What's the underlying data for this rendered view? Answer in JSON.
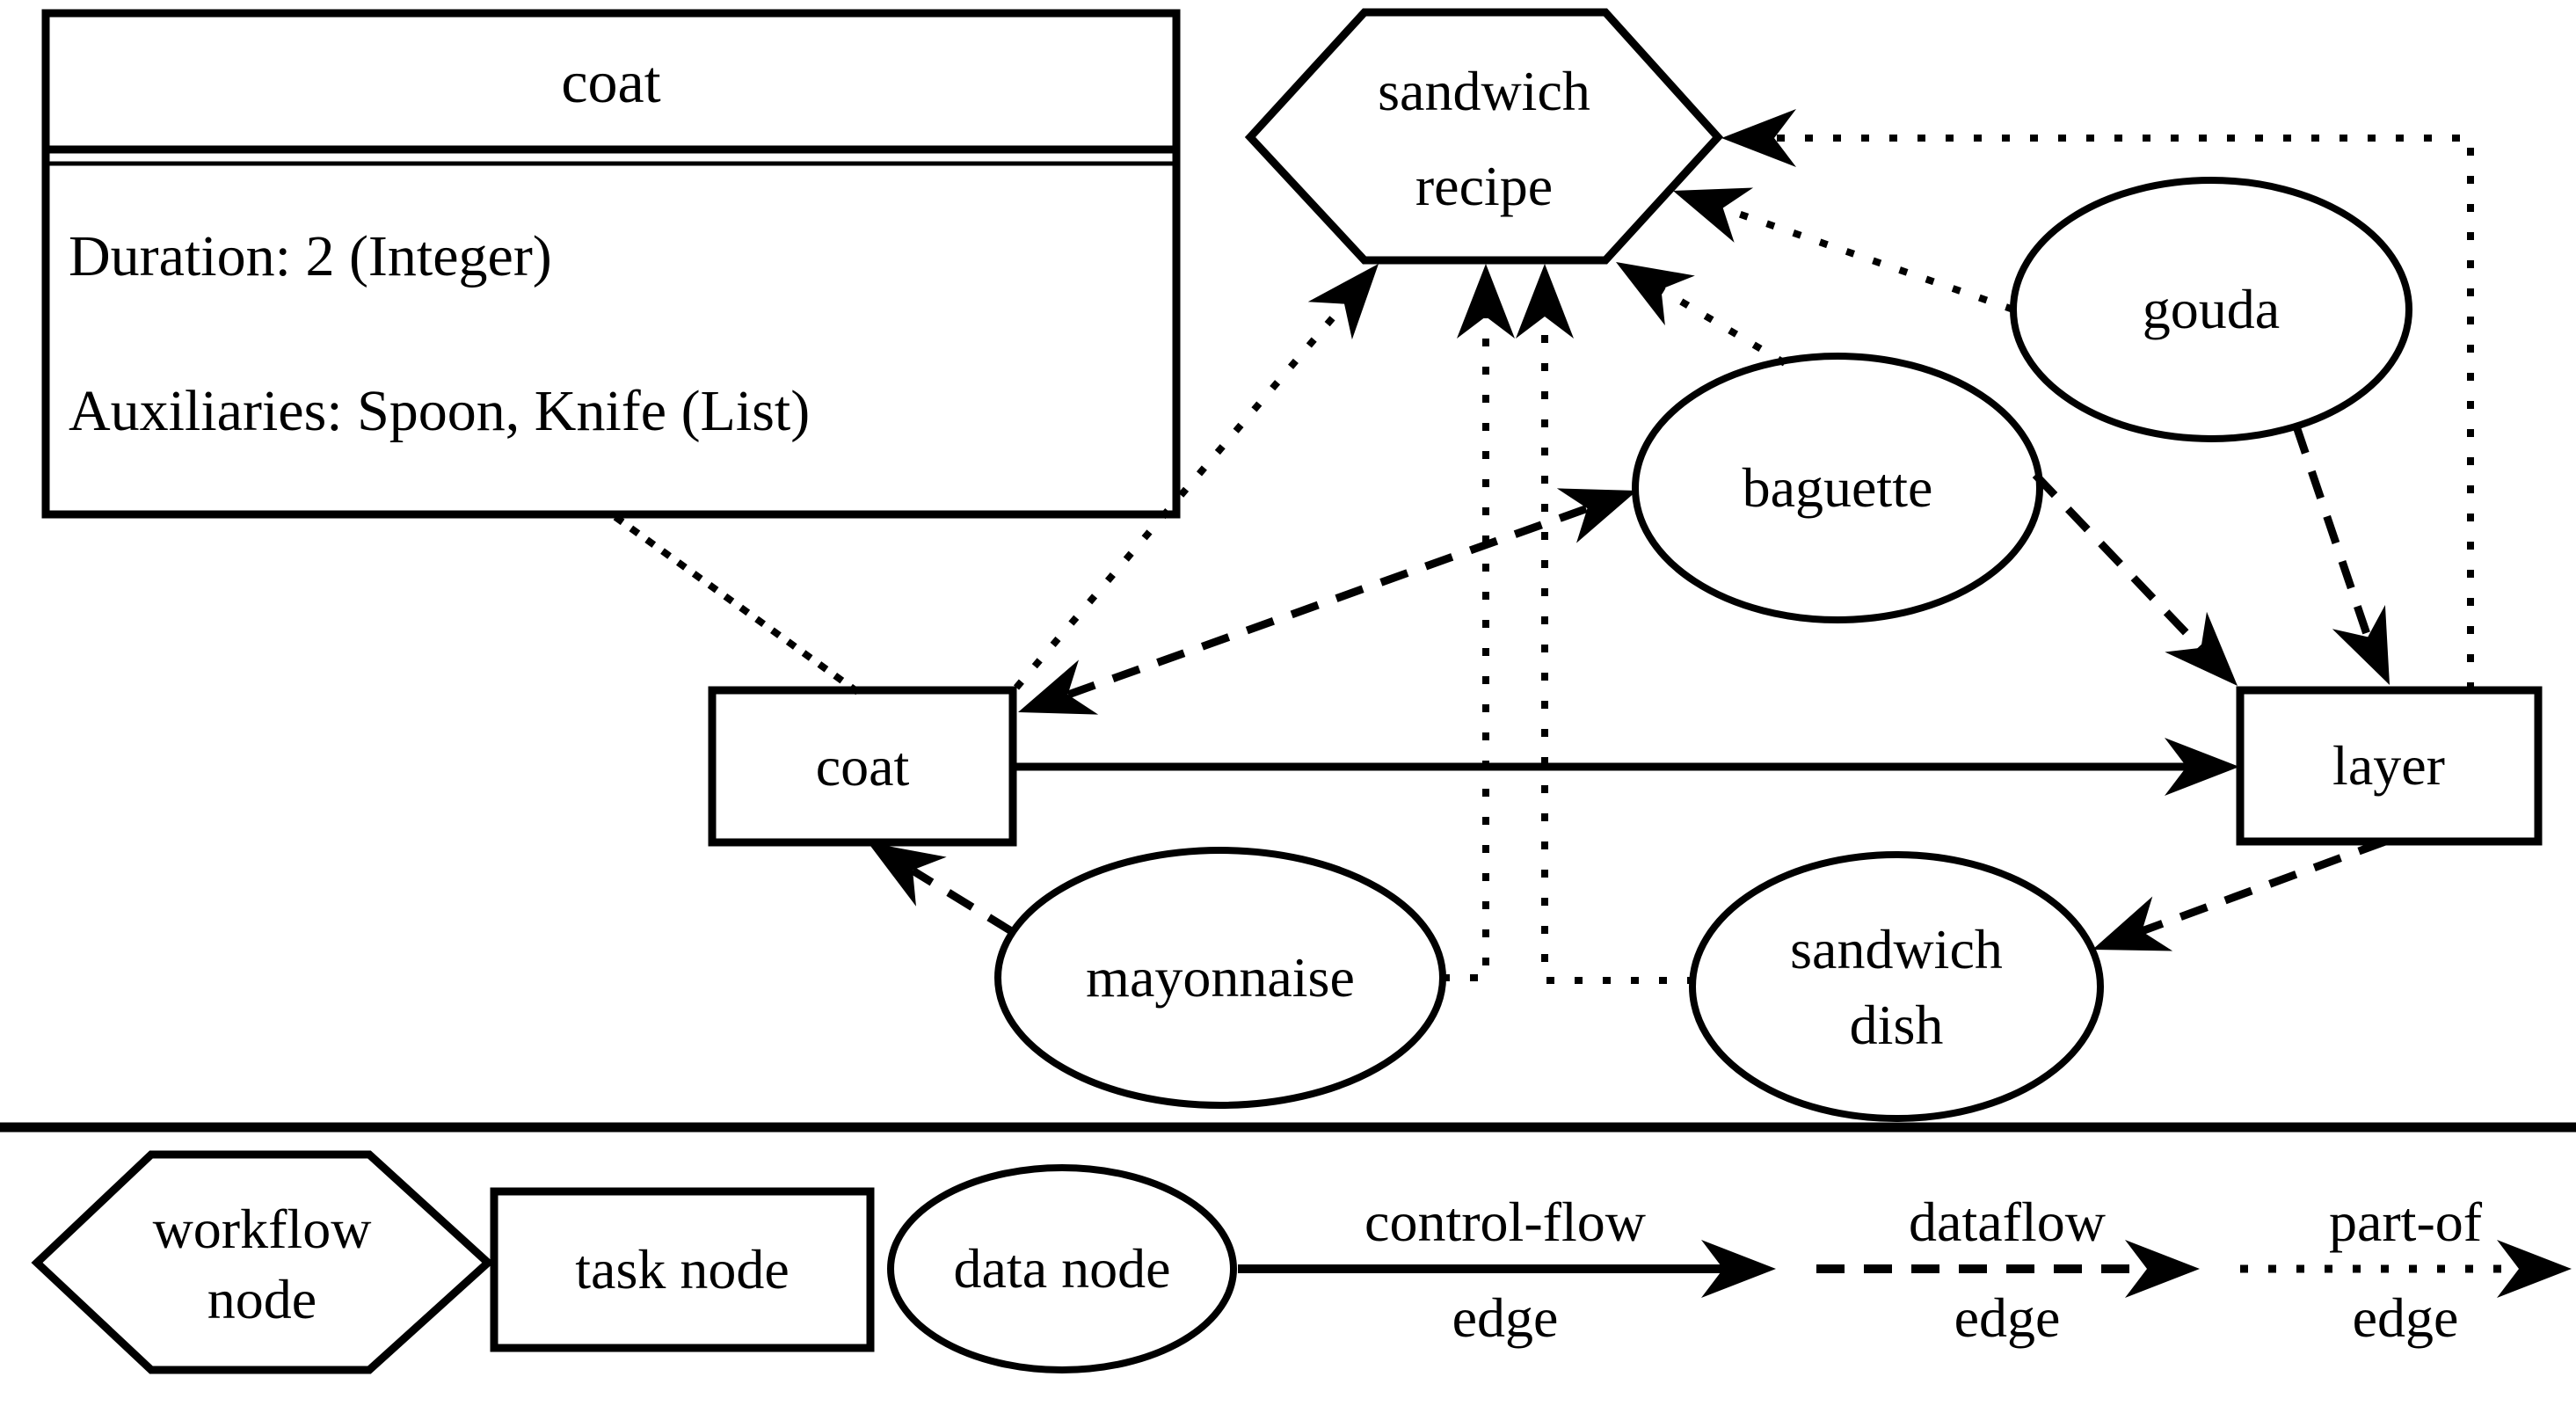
{
  "diagram": {
    "attribute_table": {
      "title": "coat",
      "rows": [
        "Duration: 2 (Integer)",
        "Auxiliaries: Spoon, Knife (List)"
      ]
    },
    "nodes": {
      "sandwich_recipe": {
        "line1": "sandwich",
        "line2": "recipe",
        "type": "workflow node"
      },
      "gouda": {
        "label": "gouda",
        "type": "data node"
      },
      "baguette": {
        "label": "baguette",
        "type": "data node"
      },
      "coat": {
        "label": "coat",
        "type": "task node"
      },
      "layer": {
        "label": "layer",
        "type": "task node"
      },
      "mayonnaise": {
        "label": "mayonnaise",
        "type": "data node"
      },
      "sandwich_dish": {
        "line1": "sandwich",
        "line2": "dish",
        "type": "data node"
      }
    },
    "edges": [
      {
        "from": "attribute-table",
        "to": "coat",
        "type": "note-attachment"
      },
      {
        "from": "coat",
        "to": "sandwich recipe",
        "type": "part-of"
      },
      {
        "from": "mayonnaise",
        "to": "sandwich recipe",
        "type": "part-of"
      },
      {
        "from": "sandwich dish",
        "to": "sandwich recipe",
        "type": "part-of"
      },
      {
        "from": "baguette",
        "to": "sandwich recipe",
        "type": "part-of"
      },
      {
        "from": "gouda",
        "to": "sandwich recipe",
        "type": "part-of"
      },
      {
        "from": "layer",
        "to": "sandwich recipe",
        "type": "part-of"
      },
      {
        "from": "coat",
        "to": "layer",
        "type": "control-flow"
      },
      {
        "from": "coat",
        "to": "baguette",
        "type": "dataflow",
        "bidirectional": true
      },
      {
        "from": "mayonnaise",
        "to": "coat",
        "type": "dataflow"
      },
      {
        "from": "baguette",
        "to": "layer",
        "type": "dataflow"
      },
      {
        "from": "gouda",
        "to": "layer",
        "type": "dataflow"
      },
      {
        "from": "layer",
        "to": "sandwich dish",
        "type": "dataflow"
      }
    ]
  },
  "legend": {
    "node_types": [
      {
        "shape": "hexagon",
        "line1": "workflow",
        "line2": "node"
      },
      {
        "shape": "rectangle",
        "label": "task node"
      },
      {
        "shape": "ellipse",
        "label": "data node"
      }
    ],
    "edge_types": [
      {
        "style": "solid",
        "line1": "control-flow",
        "line2": "edge"
      },
      {
        "style": "dashed",
        "line1": "dataflow",
        "line2": "edge"
      },
      {
        "style": "dotted",
        "line1": "part-of",
        "line2": "edge"
      }
    ]
  },
  "colors": {
    "ink": "#000000",
    "background": "#ffffff"
  }
}
